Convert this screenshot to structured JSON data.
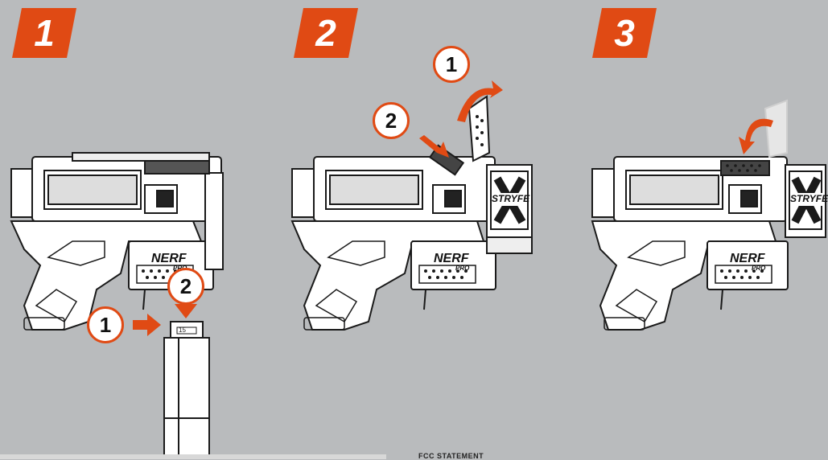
{
  "colors": {
    "accent": "#e04a14",
    "background": "#b9bbbd",
    "line": "#1a1a1a",
    "fill": "#ffffff"
  },
  "steps": [
    {
      "number": "1",
      "callouts": [
        "1",
        "2"
      ],
      "brand": {
        "logo": "NERF",
        "sub": "PRO"
      },
      "magazine_label": "15"
    },
    {
      "number": "2",
      "callouts": [
        "1",
        "2"
      ],
      "brand": {
        "logo": "NERF",
        "sub": "PRO",
        "model": "STRYFE"
      }
    },
    {
      "number": "3",
      "brand": {
        "logo": "NERF",
        "sub": "PRO",
        "model": "STRYFE"
      }
    }
  ],
  "footer": {
    "heading": "FCC STATEMENT"
  }
}
